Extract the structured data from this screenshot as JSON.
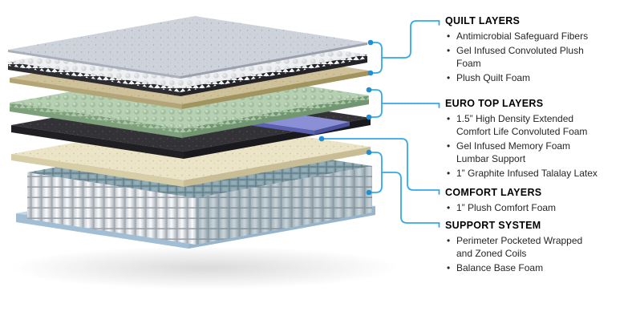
{
  "palette": {
    "background": "#ffffff",
    "callout_line": "#33a9ea",
    "callout_dot": "#1e8ed6",
    "heading": "#000000",
    "body_text": "#26262a"
  },
  "sections": [
    {
      "heading": "QUILT LAYERS",
      "items": [
        "Antimicrobial Safeguard Fibers",
        "Gel Infused Convoluted Plush\nFoam",
        "Plush Quilt Foam"
      ]
    },
    {
      "heading": "EURO TOP LAYERS",
      "items": [
        "1.5” High Density Extended\nComfort Life Convoluted Foam",
        "Gel Infused Memory Foam\nLumbar Support",
        "1” Graphite Infused Talalay Latex"
      ]
    },
    {
      "heading": "COMFORT LAYERS",
      "items": [
        "1” Plush Comfort Foam"
      ]
    },
    {
      "heading": "SUPPORT SYSTEM",
      "items": [
        "Perimeter Pocketed Wrapped\nand Zoned Coils",
        "Balance Base Foam"
      ]
    }
  ],
  "diagram": {
    "layers": [
      {
        "name": "Balance Base Foam",
        "top": "#c3d6e6",
        "front": "#a2bed5",
        "front2": "#96b4cc"
      },
      {
        "name": "Perimeter Pocketed Wrapped and Zoned Coils",
        "coil_top_bg": "#5e7a85",
        "coil_top_cell": "#84a0aa",
        "coil_body": "#fafbfc",
        "coil_gap": "#9aa1a9"
      },
      {
        "name": "1” Plush Comfort Foam",
        "top": "#ebe4c7",
        "front": "#d7cda6",
        "front2": "#c9bd95"
      },
      {
        "name": "1” Graphite Infused Talalay Latex",
        "top": "#323237",
        "front": "#202024",
        "front2": "#1a1a1e"
      },
      {
        "name": "Gel Infused Memory Foam Lumbar Support",
        "top": "#8b90d6",
        "front": "#5b60b0",
        "front2": "#4e53a0"
      },
      {
        "name": "1.5” High Density Extended Comfort Life Convoluted Foam",
        "top": "#b5d1b1",
        "front": "#7fa07c",
        "front2": "#739672",
        "zig": "#a9c7a5"
      },
      {
        "name": "Plush Quilt Foam",
        "top": "#cfc29a",
        "front": "#b3a577",
        "front2": "#a2945f"
      },
      {
        "name": "Gel Infused Convoluted Plush Foam",
        "top": "#eef0f3",
        "front": "#2c2c31",
        "front2": "#232328",
        "zig": "#f0f2f4"
      },
      {
        "name": "Antimicrobial Safeguard Fibers",
        "top": "#ced3db",
        "front": "#a9b0bb",
        "front2": "#9aa1ad"
      }
    ]
  }
}
